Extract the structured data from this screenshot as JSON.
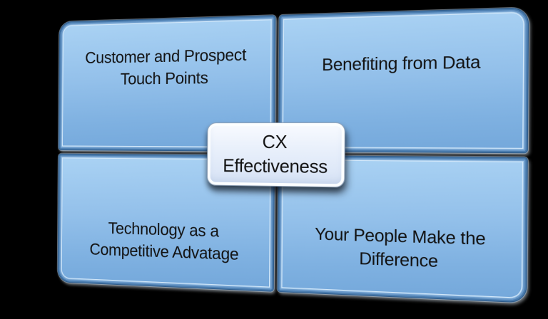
{
  "diagram": {
    "title": "CX Effectiveness quadrant diagram",
    "center": {
      "label": "CX\nEffectiveness"
    },
    "quadrants": [
      {
        "id": "top-left",
        "label": "Customer and Prospect\nTouch Points"
      },
      {
        "id": "top-right",
        "label": "Benefiting from Data"
      },
      {
        "id": "bottom-left",
        "label": "Technology as a\nCompetitive Advatage"
      },
      {
        "id": "bottom-right",
        "label": "Your People Make the\nDifference"
      }
    ],
    "colors": {
      "background": "#000000",
      "panel_fill_top": "#abd3f4",
      "panel_fill_bottom": "#73a7da",
      "panel_bevel_dark": "#2e5a88",
      "panel_bevel_highlight": "#d3e8fa",
      "center_fill": "#e9f0fb",
      "center_border": "#8fa0b5",
      "text": "#121212"
    }
  }
}
